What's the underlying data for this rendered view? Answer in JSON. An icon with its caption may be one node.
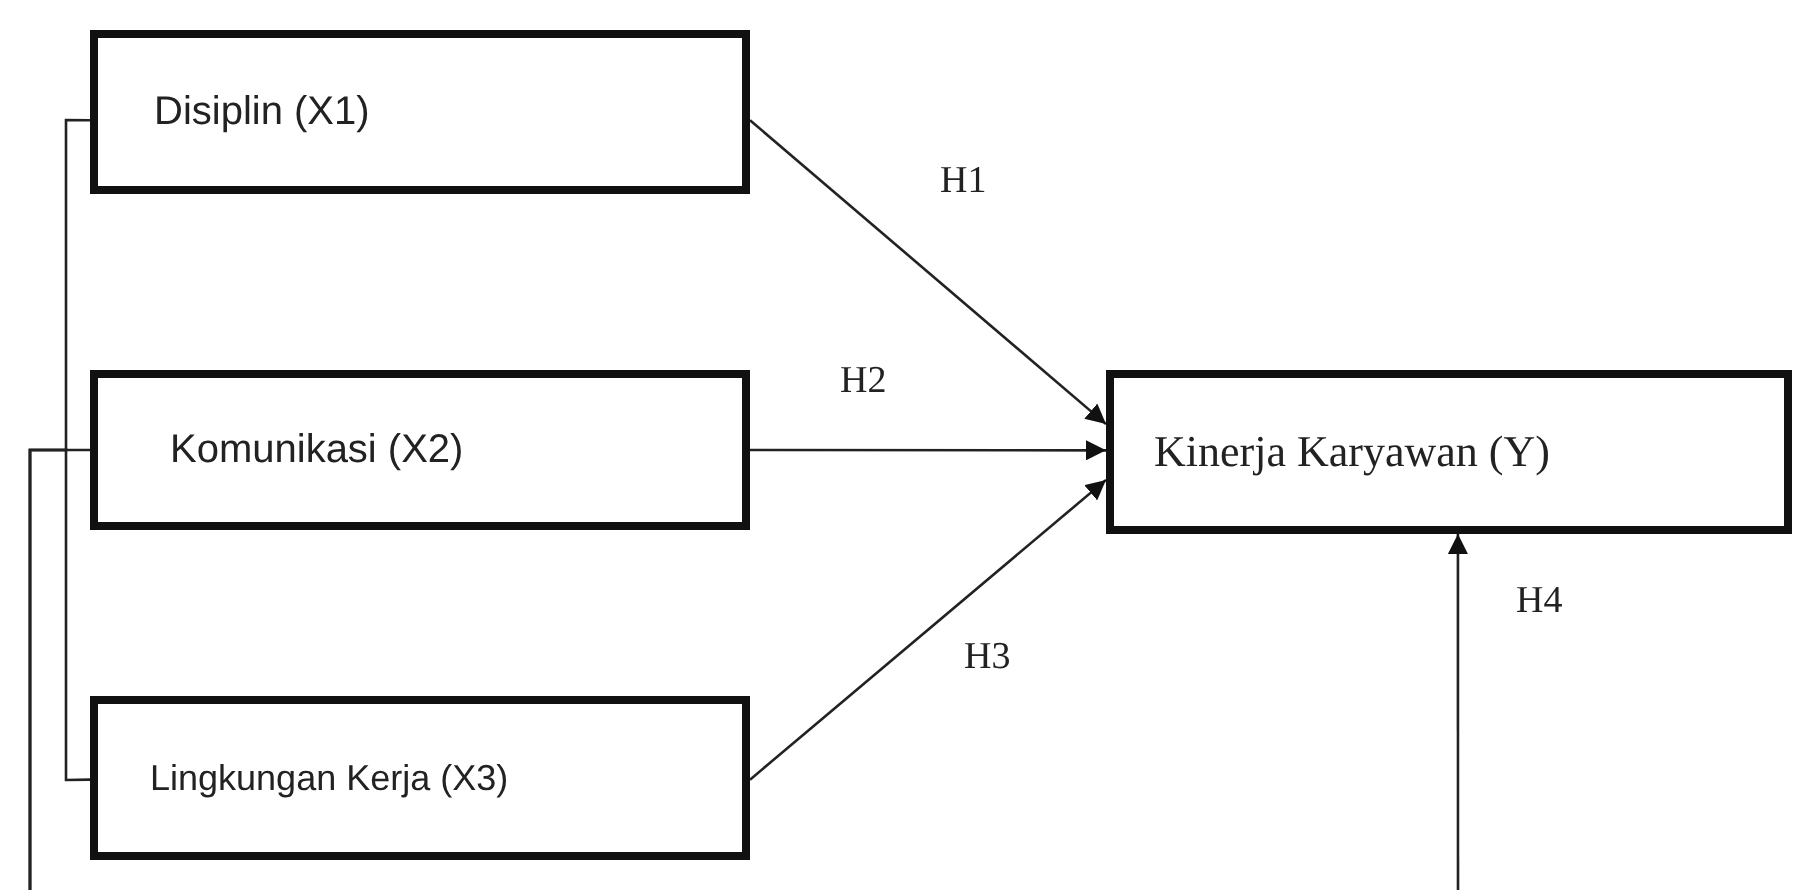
{
  "diagram": {
    "nodes": [
      {
        "text": [
          "Disiplin (X1)"
        ]
      },
      {
        "text": [
          "Komunikasi (X2)"
        ]
      },
      {
        "text": [
          "Lingkungan Kerja (X3)"
        ]
      },
      {
        "text": [
          "Kinerja Karyawan (Y)"
        ]
      }
    ],
    "edges": [
      {
        "from": 0,
        "to": 3,
        "arrow": "to",
        "label": "H1"
      },
      {
        "from": 1,
        "to": 3,
        "arrow": "to",
        "label": "H2"
      },
      {
        "from": 2,
        "to": 3,
        "arrow": "to",
        "label": "H3"
      },
      {
        "from": null,
        "to": 3,
        "arrow": "to",
        "label": "H4"
      },
      {
        "from": 0,
        "to": null,
        "arrow": "none"
      },
      {
        "from": 1,
        "to": null,
        "arrow": "none"
      },
      {
        "from": 2,
        "to": null,
        "arrow": "none"
      }
    ]
  }
}
